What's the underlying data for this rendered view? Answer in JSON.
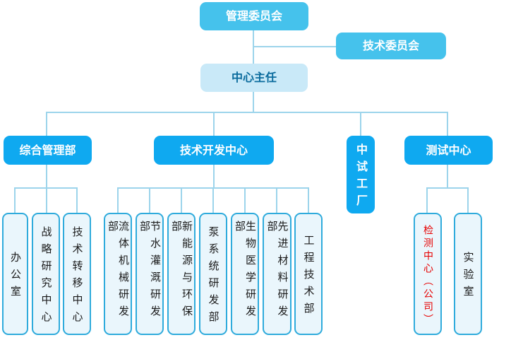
{
  "diagram_type": "org-chart",
  "colors": {
    "tier1_box": "#45C2EC",
    "tier2_box": "#0FA9F0",
    "director_box_bg": "#C9E9F8",
    "director_text": "#0A6B9D",
    "leaf_bg": "#EAF6FC",
    "leaf_border": "#2FABDC",
    "leaf_text": "#1A1A1A",
    "leaf_text_red": "#E60000",
    "connector": "#9CD4EB"
  },
  "nodes": {
    "management_committee": "管理委员会",
    "technical_committee": "技术委员会",
    "center_director": "中心主任",
    "general_admin_dept": "综合管理部",
    "tech_dev_center": "技术开发中心",
    "pilot_plant": "中试工厂",
    "testing_center": "测试中心"
  },
  "leaves": [
    {
      "id": "office",
      "label": "办公室",
      "parent": "综合管理部",
      "text_color": "black"
    },
    {
      "id": "strategy-research",
      "label": "战略研究中心",
      "parent": "综合管理部",
      "text_color": "black"
    },
    {
      "id": "tech-transfer",
      "label": "技术转移中心",
      "parent": "综合管理部",
      "text_color": "black"
    },
    {
      "id": "fluid-machinery",
      "label": "流体机械研发部",
      "parent": "技术开发中心",
      "text_color": "black"
    },
    {
      "id": "water-saving",
      "label": "节水灌溉研发部",
      "parent": "技术开发中心",
      "text_color": "black"
    },
    {
      "id": "new-energy-env",
      "label": "新能源与环保部",
      "parent": "技术开发中心",
      "text_color": "black"
    },
    {
      "id": "pump-system",
      "label": "泵系统研发部",
      "parent": "技术开发中心",
      "text_color": "black"
    },
    {
      "id": "biomedical",
      "label": "生物医学研发部",
      "parent": "技术开发中心",
      "text_color": "black"
    },
    {
      "id": "advanced-materials",
      "label": "先进材料研发部",
      "parent": "技术开发中心",
      "text_color": "black"
    },
    {
      "id": "engineering-tech",
      "label": "工程技术部",
      "parent": "技术开发中心",
      "text_color": "black"
    },
    {
      "id": "inspection-center",
      "label": "检测中心（公司）",
      "parent": "测试中心",
      "text_color": "red"
    },
    {
      "id": "laboratory",
      "label": "实验室",
      "parent": "测试中心",
      "text_color": "black"
    }
  ]
}
